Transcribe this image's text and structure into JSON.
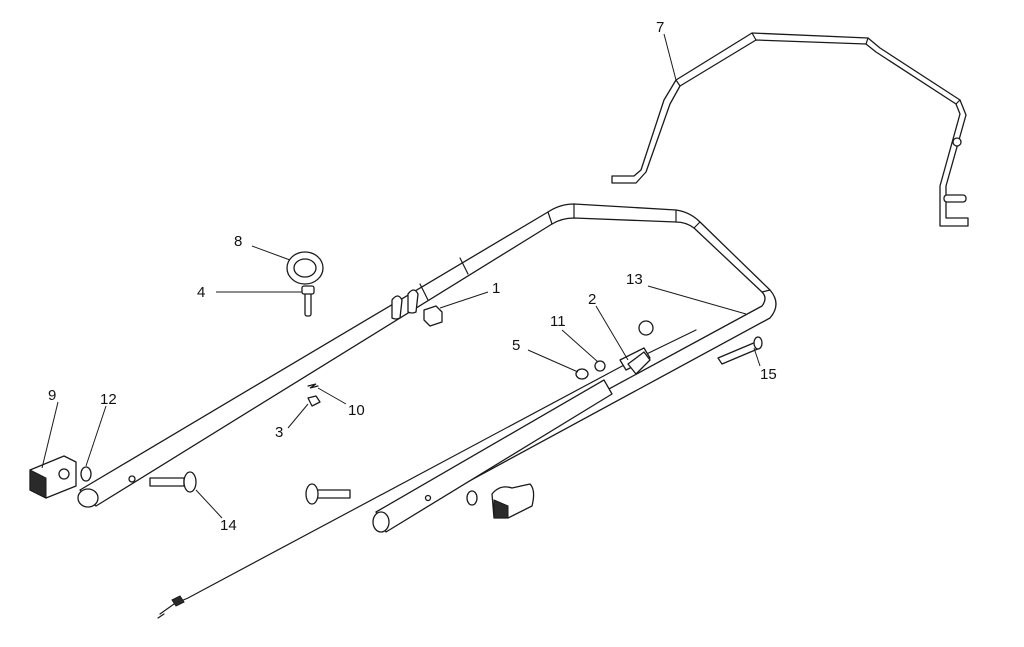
{
  "diagram": {
    "type": "exploded-parts-view",
    "callouts": [
      {
        "id": "c1",
        "label": "1"
      },
      {
        "id": "c2",
        "label": "2"
      },
      {
        "id": "c3",
        "label": "3"
      },
      {
        "id": "c4",
        "label": "4"
      },
      {
        "id": "c5",
        "label": "5"
      },
      {
        "id": "c7",
        "label": "7"
      },
      {
        "id": "c8",
        "label": "8"
      },
      {
        "id": "c9",
        "label": "9"
      },
      {
        "id": "c10",
        "label": "10"
      },
      {
        "id": "c11",
        "label": "11"
      },
      {
        "id": "c12",
        "label": "12"
      },
      {
        "id": "c13",
        "label": "13"
      },
      {
        "id": "c14",
        "label": "14"
      },
      {
        "id": "c15",
        "label": "15"
      }
    ]
  }
}
